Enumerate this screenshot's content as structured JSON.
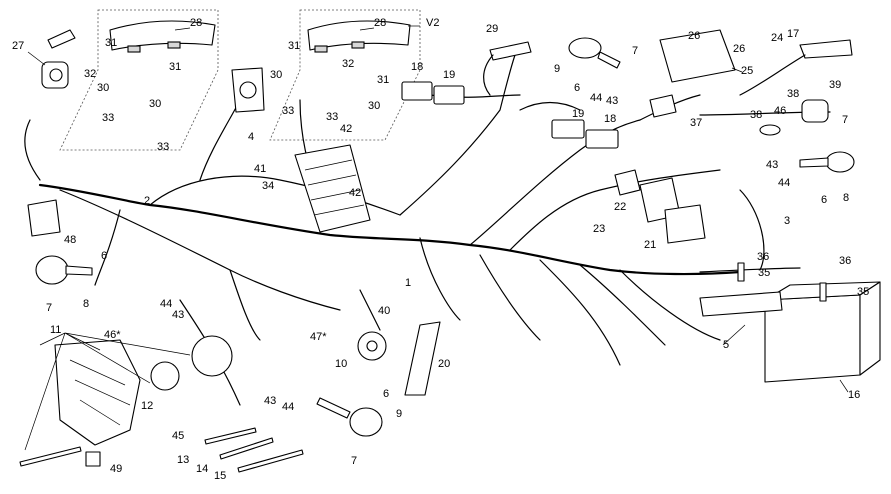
{
  "callouts": {
    "c1": "1",
    "c2": "2",
    "c3": "3",
    "c4": "4",
    "c5": "5",
    "c6a": "6",
    "c6b": "6",
    "c6c": "6",
    "c6d": "6",
    "c7a": "7",
    "c7b": "7",
    "c7c": "7",
    "c7d": "7",
    "c8a": "8",
    "c8b": "8",
    "c9a": "9",
    "c9b": "9",
    "c10": "10",
    "c11": "11",
    "c12": "12",
    "c13": "13",
    "c14": "14",
    "c15": "15",
    "c16": "16",
    "c17": "17",
    "c18a": "18",
    "c18b": "18",
    "c19a": "19",
    "c19b": "19",
    "c20": "20",
    "c21": "21",
    "c22": "22",
    "c23": "23",
    "c24": "24",
    "c25": "25",
    "c26a": "26",
    "c26b": "26",
    "c27": "27",
    "c28a": "28",
    "c28b": "28",
    "c29": "29",
    "c30a": "30",
    "c30b": "30",
    "c30c": "30",
    "c30d": "30",
    "c31a": "31",
    "c31b": "31",
    "c31c": "31",
    "c31d": "31",
    "c32a": "32",
    "c32b": "32",
    "c33a": "33",
    "c33b": "33",
    "c33c": "33",
    "c33d": "33",
    "c34": "34",
    "c35a": "35",
    "c35b": "35",
    "c36a": "36",
    "c36b": "36",
    "c37": "37",
    "c38a": "38",
    "c38b": "38",
    "c39": "39",
    "c40": "40",
    "c41": "41",
    "c42a": "42",
    "c42b": "42",
    "c43a": "43",
    "c43b": "43",
    "c43c": "43",
    "c43d": "43",
    "c44a": "44",
    "c44b": "44",
    "c44c": "44",
    "c44d": "44",
    "c45": "45",
    "c46a": "46",
    "c46b": "46*",
    "c47": "47*",
    "c48": "48",
    "c49": "49",
    "v2": "V2"
  }
}
